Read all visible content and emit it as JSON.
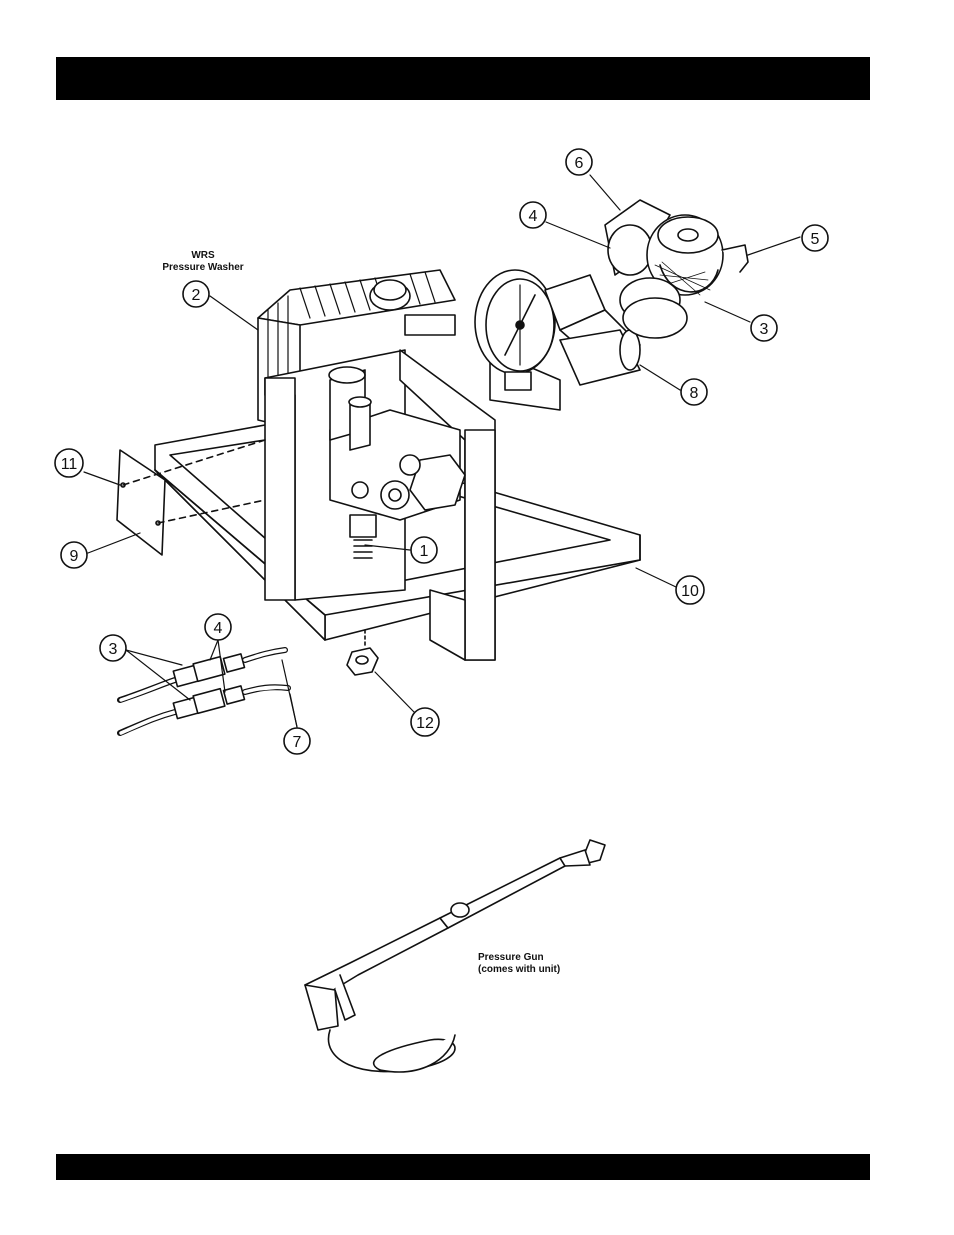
{
  "header_bar": "",
  "footer_bar": "",
  "captions": {
    "wrs_line1": "WRS",
    "wrs_line2": "Pressure Washer",
    "gun_line1": "Pressure Gun",
    "gun_line2": "(comes with unit)"
  },
  "callouts": [
    "1",
    "2",
    "3",
    "3",
    "4",
    "4",
    "5",
    "6",
    "7",
    "8",
    "9",
    "10",
    "11",
    "12"
  ]
}
